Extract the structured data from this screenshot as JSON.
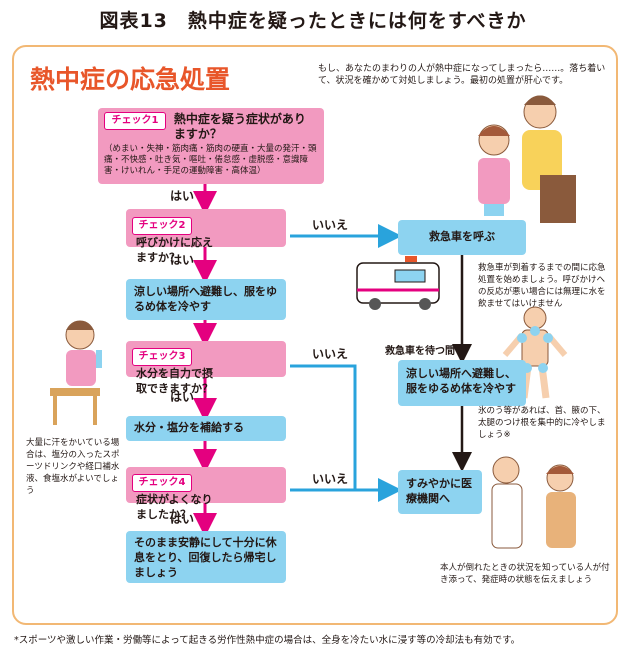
{
  "figure_title": "図表13　熱中症を疑ったときには何をすべきか",
  "main_title": "熱中症の応急処置",
  "intro_text": "もし、あなたのまわりの人が熱中症になってしまったら……。落ち着いて、状況を確かめて対処しましょう。最初の処置が肝心です。",
  "check1": {
    "tag": "チェック1",
    "question": "熱中症を疑う症状がありますか？",
    "symptoms": "（めまい・失神・筋肉痛・筋肉の硬直・大量の発汗・頭痛・不快感・吐き気・嘔吐・倦怠感・虚脱感・意識障害・けいれん・手足の運動障害・高体温）"
  },
  "yes1": "はい",
  "check2": {
    "tag": "チェック2",
    "question": "呼びかけに応えますか？"
  },
  "no2": "いいえ",
  "yes2": "はい",
  "step_cool": "涼しい場所へ避難し、服をゆるめ体を冷やす",
  "check3": {
    "tag": "チェック3",
    "question": "水分を自力で摂取できますか？"
  },
  "no3": "いいえ",
  "yes3": "はい",
  "step_water": "水分・塩分を補給する",
  "check4": {
    "tag": "チェック4",
    "question": "症状がよくなりましたか？"
  },
  "no4": "いいえ",
  "yes4": "はい",
  "step_rest": "そのまま安静にして十分に休息をとり、回復したら帰宅しましょう",
  "call_ambulance": "救急車を呼ぶ",
  "ambulance_note": "救急車が到着するまでの間に応急処置を始めましょう。呼びかけへの反応が悪い場合には無理に水を飲ませてはいけません",
  "waiting_label": "救急車を待つ間",
  "right_cool": "涼しい場所へ避難し、服をゆるめ体を冷やす",
  "ice_note": "氷のう等があれば、首、腋の下、太腿のつけ根を集中的に冷やしましょう※",
  "hospital": "すみやかに医療機関へ",
  "hospital_note": "本人が倒れたときの状況を知っている人が付き添って、発症時の状態を伝えましょう",
  "left_note": "大量に汗をかいている場合は、塩分の入ったスポーツドリンクや経口補水液、食塩水がよいでしょう",
  "footnote": "*スポーツや激しい作業・労働等によって起きる労作性熱中症の場合は、全身を冷たい水に浸す等の冷却法も有効です。",
  "colors": {
    "pink": "#f29ac0",
    "blue": "#8dd3f0",
    "orange": "#e8562a",
    "magenta": "#e4007f",
    "frame": "#f2b874"
  }
}
